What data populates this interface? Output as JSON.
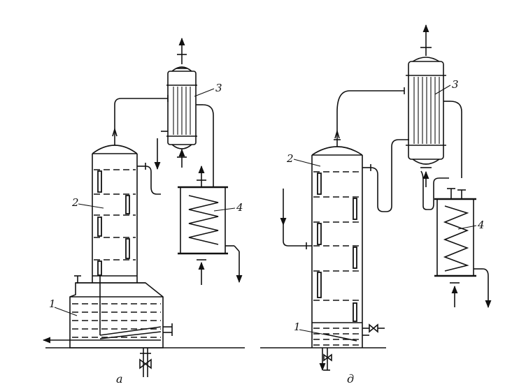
{
  "diagram": {
    "left": {
      "caption": "а",
      "labels": {
        "vessel": "1",
        "column": "2",
        "condenser": "3",
        "cooler": "4"
      }
    },
    "right": {
      "caption": "д",
      "labels": {
        "vessel": "1",
        "column": "2",
        "condenser": "3",
        "cooler": "4"
      }
    }
  }
}
